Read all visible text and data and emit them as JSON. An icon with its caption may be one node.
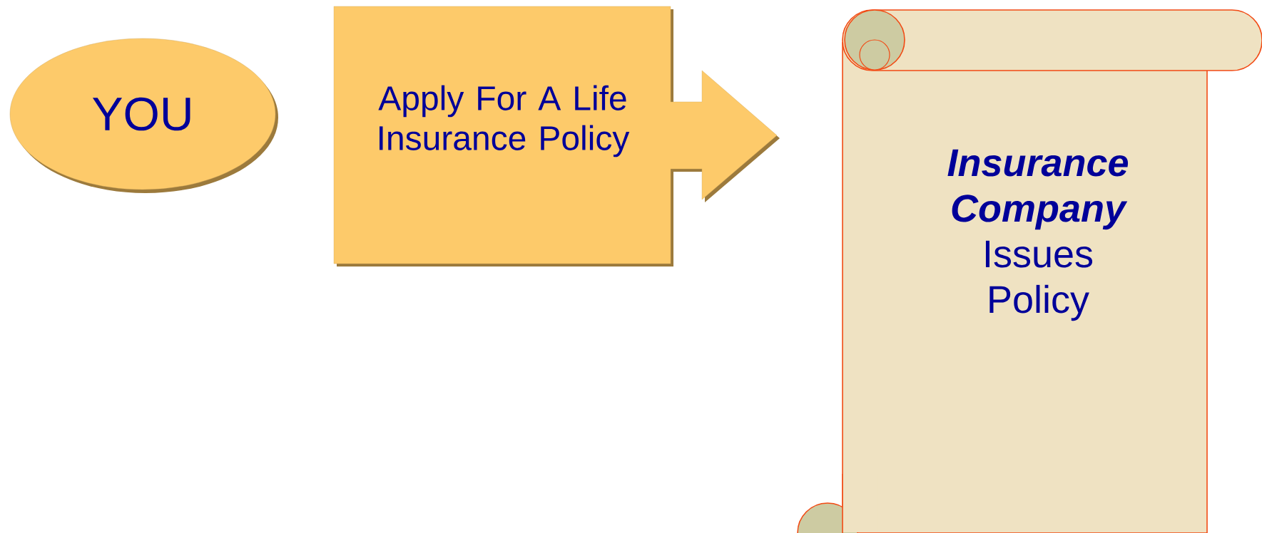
{
  "diagram": {
    "nodes": [
      {
        "text": [
          "YOU"
        ]
      },
      {
        "text": [
          "Apply For A Life Insurance Policy"
        ]
      },
      {
        "text": [
          "Insurance Company",
          "Issues Policy"
        ]
      }
    ]
  }
}
